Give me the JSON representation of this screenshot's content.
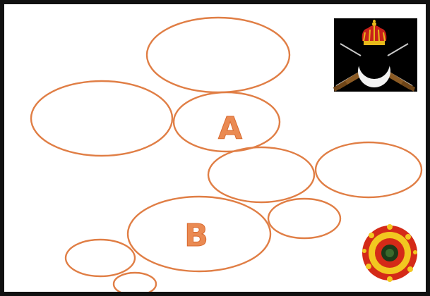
{
  "labels": {
    "a": "A",
    "b": "B"
  },
  "colors": {
    "outline": "#e07e45",
    "letter": "#ea8a52",
    "frame": "#111111",
    "emblem_bg": "#000000",
    "wreath_red": "#d42a18",
    "wreath_yellow": "#f2c820"
  },
  "emblem": {
    "icon": "military-emblem-crown-crossed-rifles-crescent"
  },
  "wreath": {
    "icon": "red-yellow-flower-wreath"
  }
}
